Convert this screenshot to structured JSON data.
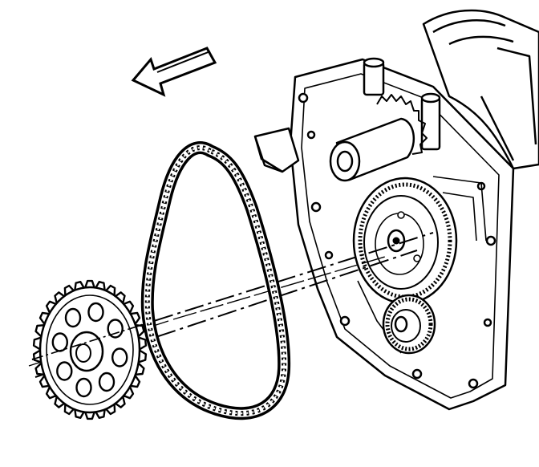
{
  "figure": {
    "kind": "technical line illustration",
    "ink_color": "#000000",
    "paper_color": "#ffffff",
    "direction_arrow": {
      "icon": "direction-arrow-icon",
      "points": "upper-left"
    },
    "parts": [
      {
        "name": "engine-block",
        "icon": "engine-block-icon"
      },
      {
        "name": "camshaft-gear",
        "icon": "camshaft-gear-icon"
      },
      {
        "name": "crankshaft-gear",
        "icon": "crankshaft-gear-icon"
      },
      {
        "name": "timing-chain",
        "icon": "timing-chain-icon"
      },
      {
        "name": "camshaft-sprocket",
        "icon": "camshaft-sprocket-icon"
      }
    ]
  }
}
